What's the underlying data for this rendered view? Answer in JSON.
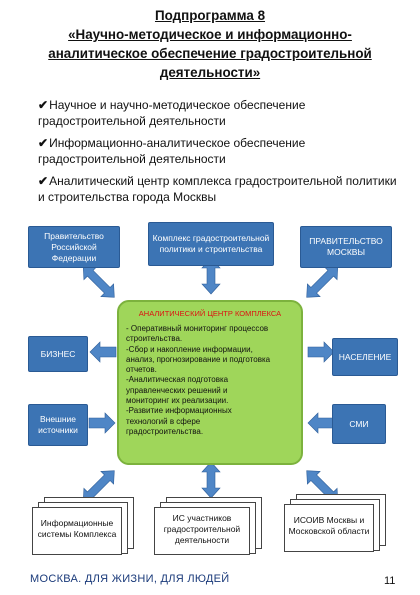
{
  "title": {
    "line1": "Подпрограмма 8",
    "line2": "«Научно-методическое и информационно-",
    "line3": "аналитическое обеспечение градостроительной",
    "line4": "деятельности»"
  },
  "bullets": [
    {
      "check": "✔",
      "text": "Научное и научно-методическое обеспечение градостроительной деятельности"
    },
    {
      "check": "✔",
      "text": "Информационно-аналитическое обеспечение градостроительной деятельности"
    },
    {
      "check": "✔",
      "text": "Аналитический центр комплекса градостроительной политики и строительства города Москвы"
    }
  ],
  "top_boxes": {
    "gov_rf": "Правительство Российской Федерации",
    "complex": "Комплекс градостроительной политики и строительства",
    "gov_msk": "ПРАВИТЕЛЬСТВО МОСКВЫ"
  },
  "side_boxes": {
    "business": "БИЗНЕС",
    "external": "Внешние источники",
    "population": "НАСЕЛЕНИЕ",
    "smi": "СМИ"
  },
  "center": {
    "title": "АНАЛИТИЧЕСКИЙ ЦЕНТР КОМПЛЕКСА",
    "lines": [
      "- Оперативный мониторинг процессов",
      "строительства.",
      "-Сбор и накопление информации,",
      "анализ, прогнозирование и подготовка",
      "отчетов.",
      "-Аналитическая подготовка",
      "управленческих решений и",
      "мониторинг их реализации.",
      "-Развитие информационных",
      "технологий в сфере",
      "градостроительства."
    ]
  },
  "bottom_docs": {
    "info_systems": "Информационные системы Комплекса",
    "is_participants": "ИС участников градостроительной деятельности",
    "isogd": "ИСОИВ Москвы и Московской области"
  },
  "footer": {
    "slogan": "МОСКВА. ДЛЯ ЖИЗНИ, ДЛЯ ЛЮДЕЙ",
    "page": "11"
  },
  "colors": {
    "box_blue": "#3c74b4",
    "center_green": "#9fd65a",
    "arrow_blue": "#4f86c6",
    "footer_text": "#1a3a7a"
  }
}
